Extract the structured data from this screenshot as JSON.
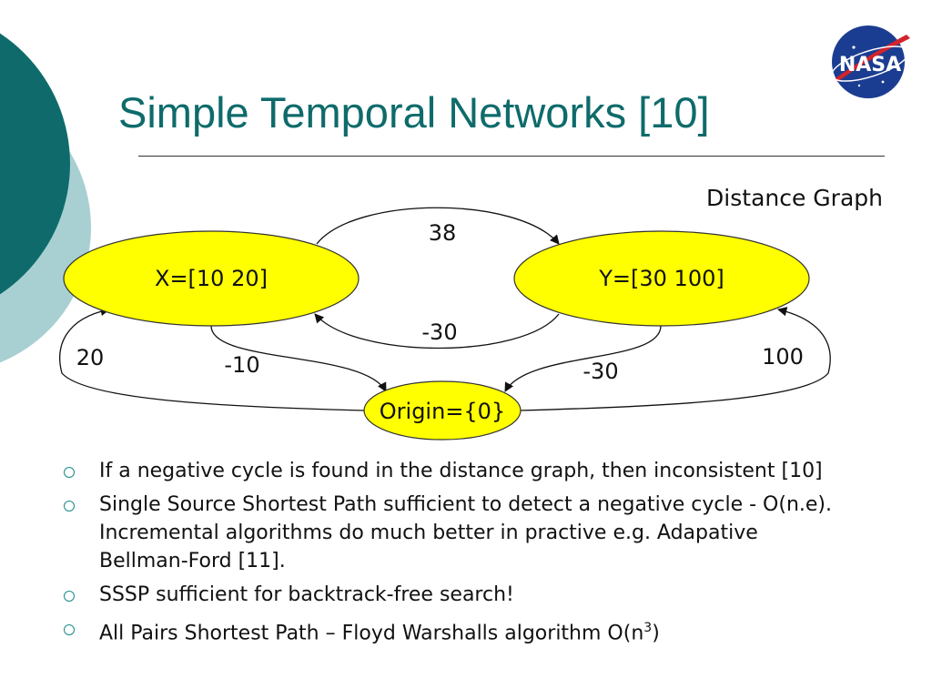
{
  "slide": {
    "title": "Simple Temporal Networks [10]",
    "accent_color": "#0f6b6b"
  },
  "logo": {
    "text": "NASA"
  },
  "graph": {
    "caption": "Distance Graph",
    "nodes": {
      "x": "X=[10 20]",
      "y": "Y=[30 100]",
      "origin": "Origin={0}"
    },
    "node_color": "#ffff00",
    "edges": {
      "x_to_y": "38",
      "y_to_x": "-30",
      "origin_to_x": "20",
      "x_to_origin": "-10",
      "y_to_origin": "-30",
      "origin_to_y": "100"
    }
  },
  "bullets": {
    "b1": "If a negative cycle is found in the distance graph, then inconsistent [10]",
    "b2": "Single Source Shortest Path sufficient to detect a negative cycle - O(n.e). Incremental algorithms do much better in practive e.g. Adapative Bellman-Ford [11].",
    "b3": "SSSP sufficient for backtrack-free search!",
    "b4_main": "All Pairs Shortest Path – Floyd Warshalls algorithm O(n",
    "b4_sup": "3",
    "b4_end": ")"
  }
}
